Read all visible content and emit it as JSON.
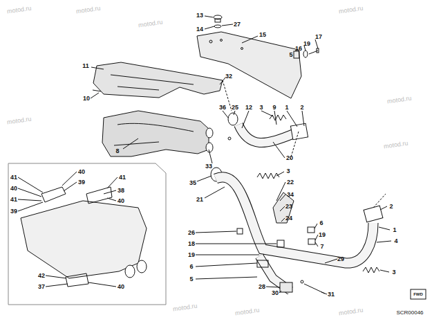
{
  "diagram": {
    "labels": [
      "13",
      "27",
      "14",
      "15",
      "17",
      "19",
      "16",
      "5",
      "11",
      "10",
      "32",
      "36",
      "25",
      "12",
      "3",
      "9",
      "1",
      "2",
      "8",
      "20",
      "33",
      "3",
      "35",
      "22",
      "21",
      "34",
      "23",
      "24",
      "2",
      "26",
      "6",
      "1",
      "18",
      "19",
      "4",
      "19",
      "7",
      "6",
      "29",
      "3",
      "5",
      "28",
      "30",
      "31",
      "41",
      "40",
      "39",
      "41",
      "38",
      "40",
      "40",
      "41",
      "39",
      "42",
      "37",
      "40",
      "FWD",
      "SCR00046",
      "motod.ru",
      "motod.ru",
      "motod.ru",
      "motod.ru",
      "motod.ru",
      "motod.ru",
      "motod.ru",
      "motod.ru",
      "motod.ru",
      "motod.ru"
    ]
  }
}
